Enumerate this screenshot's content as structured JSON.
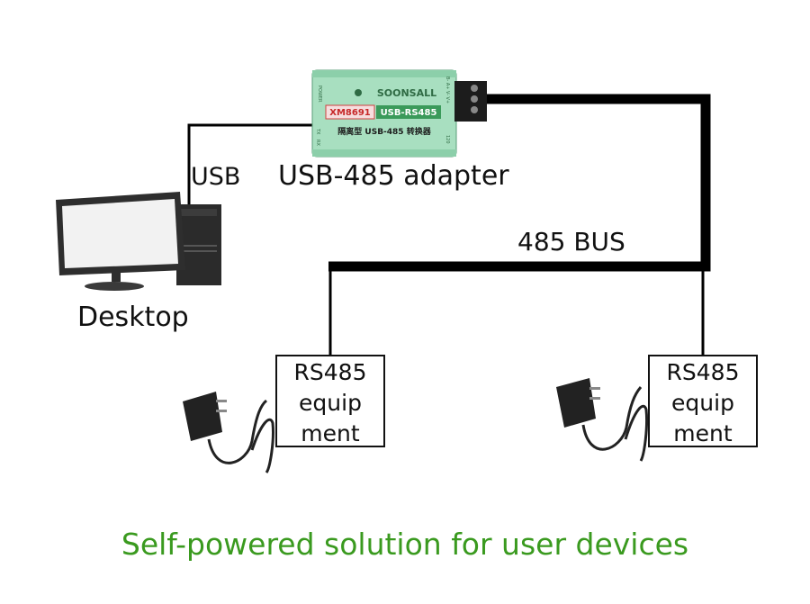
{
  "labels": {
    "usb": "USB",
    "adapter": "USB-485 adapter",
    "bus": "485 BUS",
    "desktop": "Desktop",
    "caption": "Self-powered solution for user devices"
  },
  "adapter_device": {
    "brand": "SOONSALL",
    "model": "XM8691",
    "product": "USB-RS485",
    "chinese_label": "隔离型 USB-485 转换器",
    "side_power": "POWER",
    "side_tx": "TX",
    "side_rx": "RX",
    "pins": "B- A+ V- V+",
    "resistor": "120"
  },
  "devices": [
    {
      "line1": "RS485",
      "line2": "equip",
      "line3": "ment"
    },
    {
      "line1": "RS485",
      "line2": "equip",
      "line3": "ment"
    }
  ],
  "colors": {
    "caption": "#3a9a1f",
    "adapter_body": "#a8dfc0",
    "line": "#000000"
  }
}
